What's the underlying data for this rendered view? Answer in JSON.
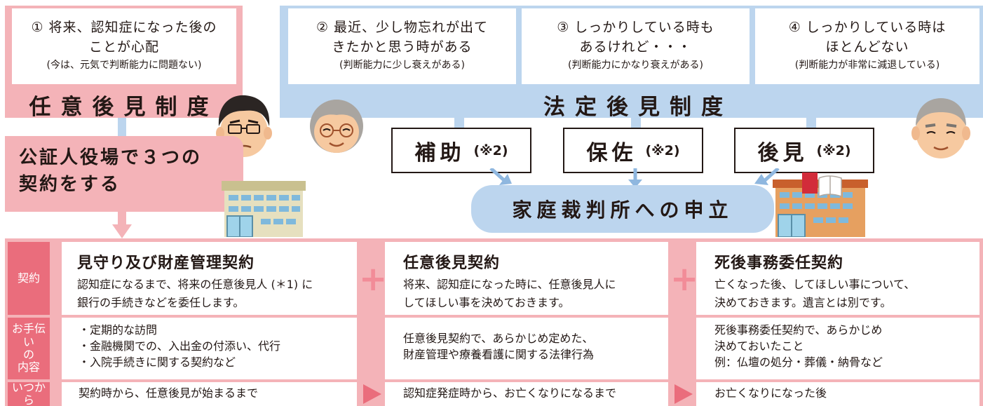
{
  "voluntary": {
    "condition": {
      "line1": "① 将来、認知症になった後の",
      "line2": "ことが心配",
      "sub": "(今は、元気で判断能力に問題ない)"
    },
    "title": "任意後見制度",
    "contract_line1": "公証人役場で３つの",
    "contract_line2": "契約をする"
  },
  "statutory": {
    "conditions": [
      {
        "line1": "② 最近、少し物忘れが出て",
        "line2": "きたかと思う時がある",
        "sub": "(判断能力に少し衰えがある)"
      },
      {
        "line1": "③ しっかりしている時も",
        "line2": "あるけれど・・・",
        "sub": "(判断能力にかなり衰えがある)"
      },
      {
        "line1": "④ しっかりしている時は",
        "line2": "ほとんどない",
        "sub": "(判断能力が非常に減退している)"
      }
    ],
    "title": "法定後見制度",
    "types": [
      {
        "label": "補助",
        "note": "(※2)"
      },
      {
        "label": "保佐",
        "note": "(※2)"
      },
      {
        "label": "後見",
        "note": "(※2)"
      }
    ],
    "court": "家庭裁判所への申立"
  },
  "table": {
    "row_labels": [
      "契約",
      "お手伝いの内容",
      "いつから"
    ],
    "row_label_lines": {
      "help": [
        "お手伝い",
        "の",
        "内容"
      ]
    },
    "plus_sign": "+",
    "columns": [
      {
        "title": "見守り及び財産管理契約",
        "desc": [
          "認知症になるまで、将来の任意後見人 (＊1) に",
          "銀行の手続きなどを委任します。"
        ],
        "help": [
          "・定期的な訪問",
          "・金融機関での、入出金の付添い、代行",
          "・入院手続きに関する契約など"
        ],
        "when": "契約時から、任意後見が始まるまで"
      },
      {
        "title": "任意後見契約",
        "desc": [
          "将来、認知症になった時に、任意後見人に",
          "してほしい事を決めておきます。"
        ],
        "help": [
          "任意後見契約で、あらかじめ定めた、",
          "財産管理や療養看護に関する法律行為"
        ],
        "when": "認知症発症時から、お亡くなりになるまで"
      },
      {
        "title": "死後事務委任契約",
        "desc": [
          "亡くなった後、してほしい事について、",
          "決めておきます。遺言とは別です。"
        ],
        "help": [
          "死後事務委任契約で、あらかじめ",
          "決めておいたこと",
          "例：仏壇の処分・葬儀・納骨など"
        ],
        "when": "お亡くなりになった後"
      }
    ]
  },
  "colors": {
    "pink": "#f4b3b8",
    "blue": "#bcd5ee",
    "label_pink": "#ea6d7c",
    "plus_pink": "#f28c98"
  },
  "icons": [
    "man-face-icon",
    "grandmother-face-icon",
    "grandfather-face-icon",
    "notary-office-building-icon",
    "family-court-building-icon",
    "book-icon"
  ]
}
